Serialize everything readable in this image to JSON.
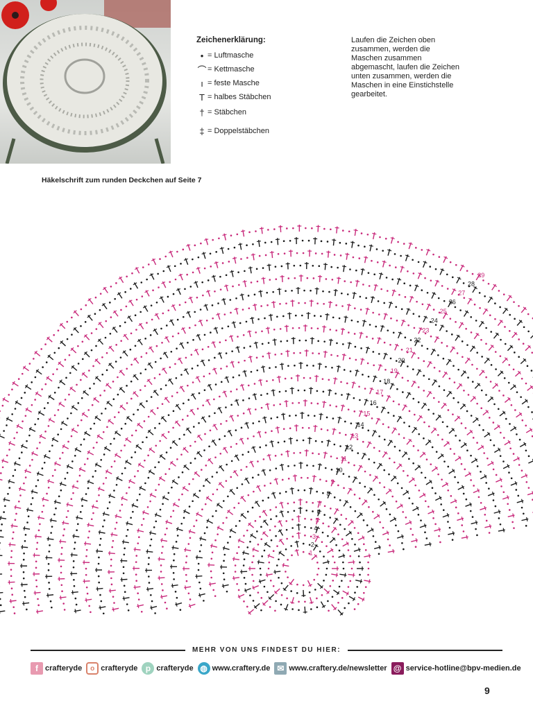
{
  "legend": {
    "title": "Zeichenerklärung:",
    "items": [
      {
        "symbol": "•",
        "label": "= Luftmasche"
      },
      {
        "symbol": "⌒",
        "label": "= Kettmasche"
      },
      {
        "symbol": "ı",
        "label": "= feste Masche"
      },
      {
        "symbol": "T",
        "label": "= halbes Stäbchen"
      },
      {
        "symbol": "†",
        "label": "= Stäbchen"
      },
      {
        "symbol": "‡",
        "label": "= Doppelstäbchen"
      }
    ]
  },
  "note": "Laufen die Zeichen oben zusammen, werden die Maschen zusammen abgemascht, laufen die Zeichen unten zusammen, werden die Maschen in eine Einstichstelle gearbeitet.",
  "caption": "Häkelschrift zum runden Deckchen auf Seite 7",
  "chart": {
    "rounds": [
      "1",
      "2",
      "3",
      "4",
      "5",
      "6",
      "7",
      "8",
      "9",
      "10",
      "11",
      "12",
      "13",
      "14",
      "15",
      "16",
      "17",
      "18",
      "19",
      "20",
      "21",
      "22",
      "23",
      "24",
      "25",
      "26",
      "27",
      "28",
      "29"
    ],
    "colors": {
      "magenta": "#c8287a",
      "black": "#1a1a1a"
    }
  },
  "footer": {
    "title": "MEHR VON UNS FINDEST DU HIER:",
    "links": [
      {
        "icon": "facebook-icon",
        "label": "crafteryde",
        "color": "#e89ab0"
      },
      {
        "icon": "instagram-icon",
        "label": "crafteryde",
        "color": "#d9826b"
      },
      {
        "icon": "pinterest-icon",
        "label": "crafteryde",
        "color": "#9fd3bf"
      },
      {
        "icon": "globe-icon",
        "label": "www.craftery.de",
        "color": "#3aa7c9"
      },
      {
        "icon": "mail-icon",
        "label": "www.craftery.de/newsletter",
        "color": "#8fa9b3"
      },
      {
        "icon": "at-icon",
        "label": "service-hotline@bpv-medien.de",
        "color": "#8a1c5c"
      }
    ]
  },
  "page_number": "9"
}
